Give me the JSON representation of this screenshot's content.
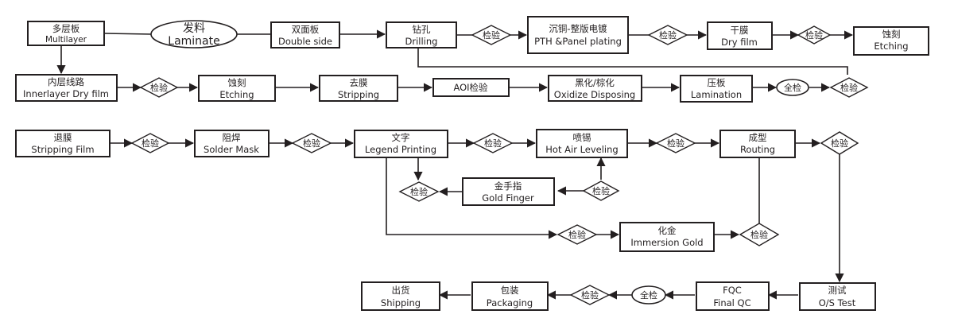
{
  "steps": {
    "multilayer": {
      "zh": "多层板",
      "en": "Multilayer"
    },
    "laminate": {
      "zh": "发料",
      "en": "Laminate"
    },
    "double_side": {
      "zh": "双面板",
      "en": "Double side"
    },
    "drilling": {
      "zh": "钻孔",
      "en": "Drilling"
    },
    "pth": {
      "zh": "沉铜-整版电镀",
      "en": "PTH &Panel plating"
    },
    "dry_film": {
      "zh": "干膜",
      "en": "Dry film"
    },
    "etching1": {
      "zh": "蚀刻",
      "en": "Etching"
    },
    "innerlayer": {
      "zh": "内层线路",
      "en": "Innerlayer  Dry film"
    },
    "etching2": {
      "zh": "蚀刻",
      "en": "Etching"
    },
    "stripping": {
      "zh": "去膜",
      "en": "Stripping"
    },
    "aoi": {
      "text": "AOI检验"
    },
    "oxidize": {
      "zh": "黑化/棕化",
      "en": "Oxidize Disposing"
    },
    "lamination": {
      "zh": "压板",
      "en": "Lamination"
    },
    "stripping_film": {
      "zh": "退膜",
      "en": "Stripping Film"
    },
    "solder_mask": {
      "zh": "阻焊",
      "en": "Solder Mask"
    },
    "legend": {
      "zh": "文字",
      "en": "Legend Printing"
    },
    "hasl": {
      "zh": "喷锡",
      "en": "Hot Air Leveling"
    },
    "routing": {
      "zh": "成型",
      "en": "Routing"
    },
    "gold_finger": {
      "zh": "金手指",
      "en": "Gold Finger"
    },
    "immersion_gold": {
      "zh": "化金",
      "en": "Immersion Gold"
    },
    "os_test": {
      "zh": "测试",
      "en": "O/S Test"
    },
    "fqc": {
      "zh": "FQC",
      "en": "Final QC"
    },
    "packaging": {
      "zh": "包装",
      "en": "Packaging"
    },
    "shipping": {
      "zh": "出货",
      "en": "Shipping"
    }
  },
  "inspect_label": "检验",
  "full_inspect_label": "全检"
}
